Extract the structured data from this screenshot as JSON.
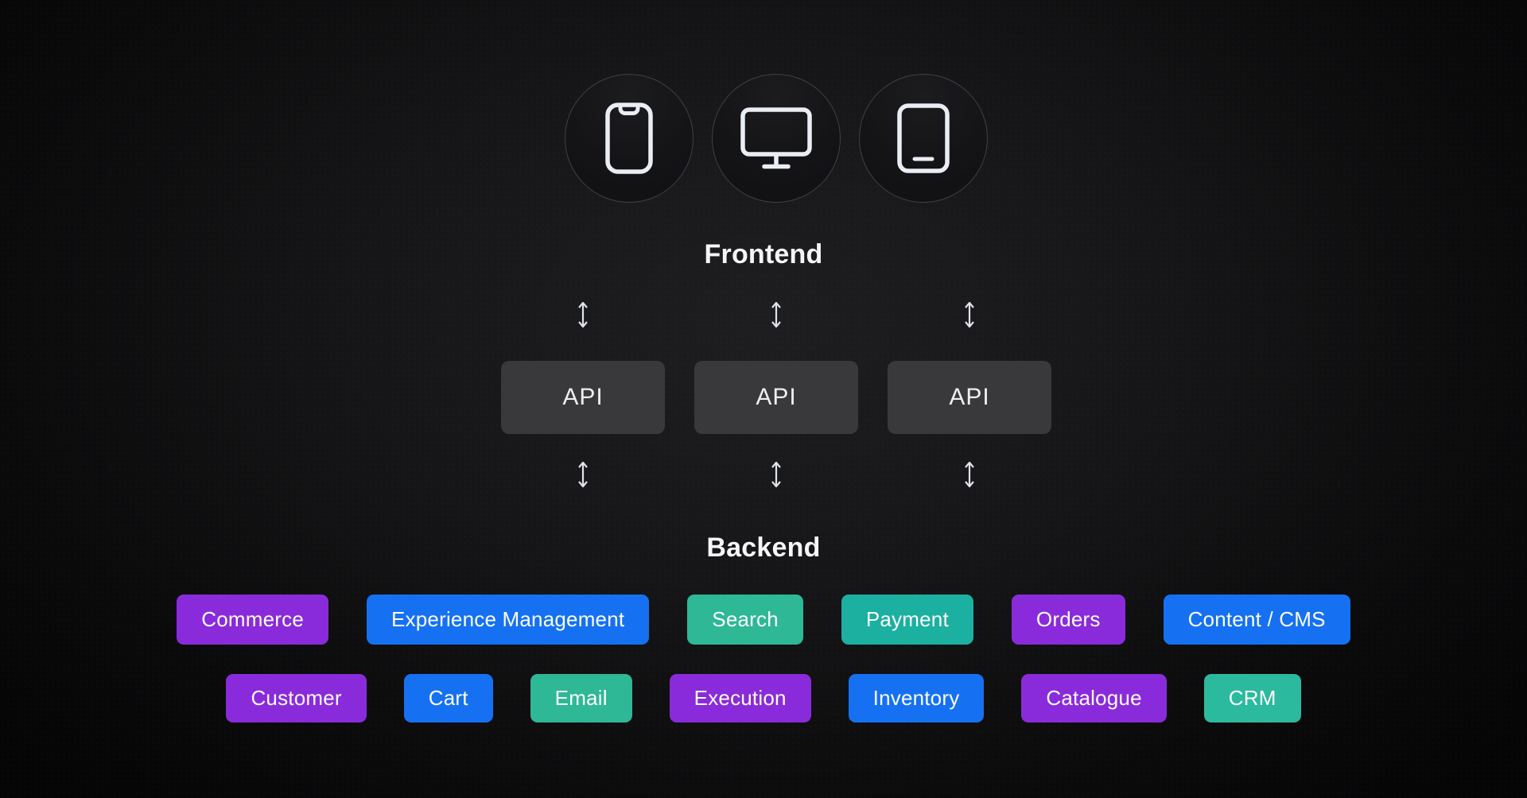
{
  "diagram": {
    "frontend": {
      "label": "Frontend",
      "devices": [
        {
          "icon": "smartphone-icon"
        },
        {
          "icon": "monitor-icon"
        },
        {
          "icon": "tablet-icon"
        }
      ]
    },
    "api": {
      "box_color": "#39393B",
      "boxes": [
        {
          "label": "API"
        },
        {
          "label": "API"
        },
        {
          "label": "API"
        }
      ]
    },
    "backend": {
      "label": "Backend",
      "services_row1": [
        {
          "label": "Commerce",
          "color": "#8A2BDB"
        },
        {
          "label": "Experience Management",
          "color": "#1571F2"
        },
        {
          "label": "Search",
          "color": "#2EB896"
        },
        {
          "label": "Payment",
          "color": "#1CB0A1"
        },
        {
          "label": "Orders",
          "color": "#8A2BDB"
        },
        {
          "label": "Content / CMS",
          "color": "#1571F2"
        }
      ],
      "services_row2": [
        {
          "label": "Customer",
          "color": "#8A2BDB"
        },
        {
          "label": "Cart",
          "color": "#1571F2"
        },
        {
          "label": "Email",
          "color": "#2EB896"
        },
        {
          "label": "Execution",
          "color": "#8A2BDB"
        },
        {
          "label": "Inventory",
          "color": "#1571F2"
        },
        {
          "label": "Catalogue",
          "color": "#8A2BDB"
        },
        {
          "label": "CRM",
          "color": "#2CBA9E"
        }
      ]
    },
    "colors": {
      "background_center": "#1E1E20",
      "background_edge": "#050506",
      "icon_stroke": "#EAEDF3",
      "label_text": "#F5F6F8",
      "arrow": "#DFE3EA"
    }
  }
}
